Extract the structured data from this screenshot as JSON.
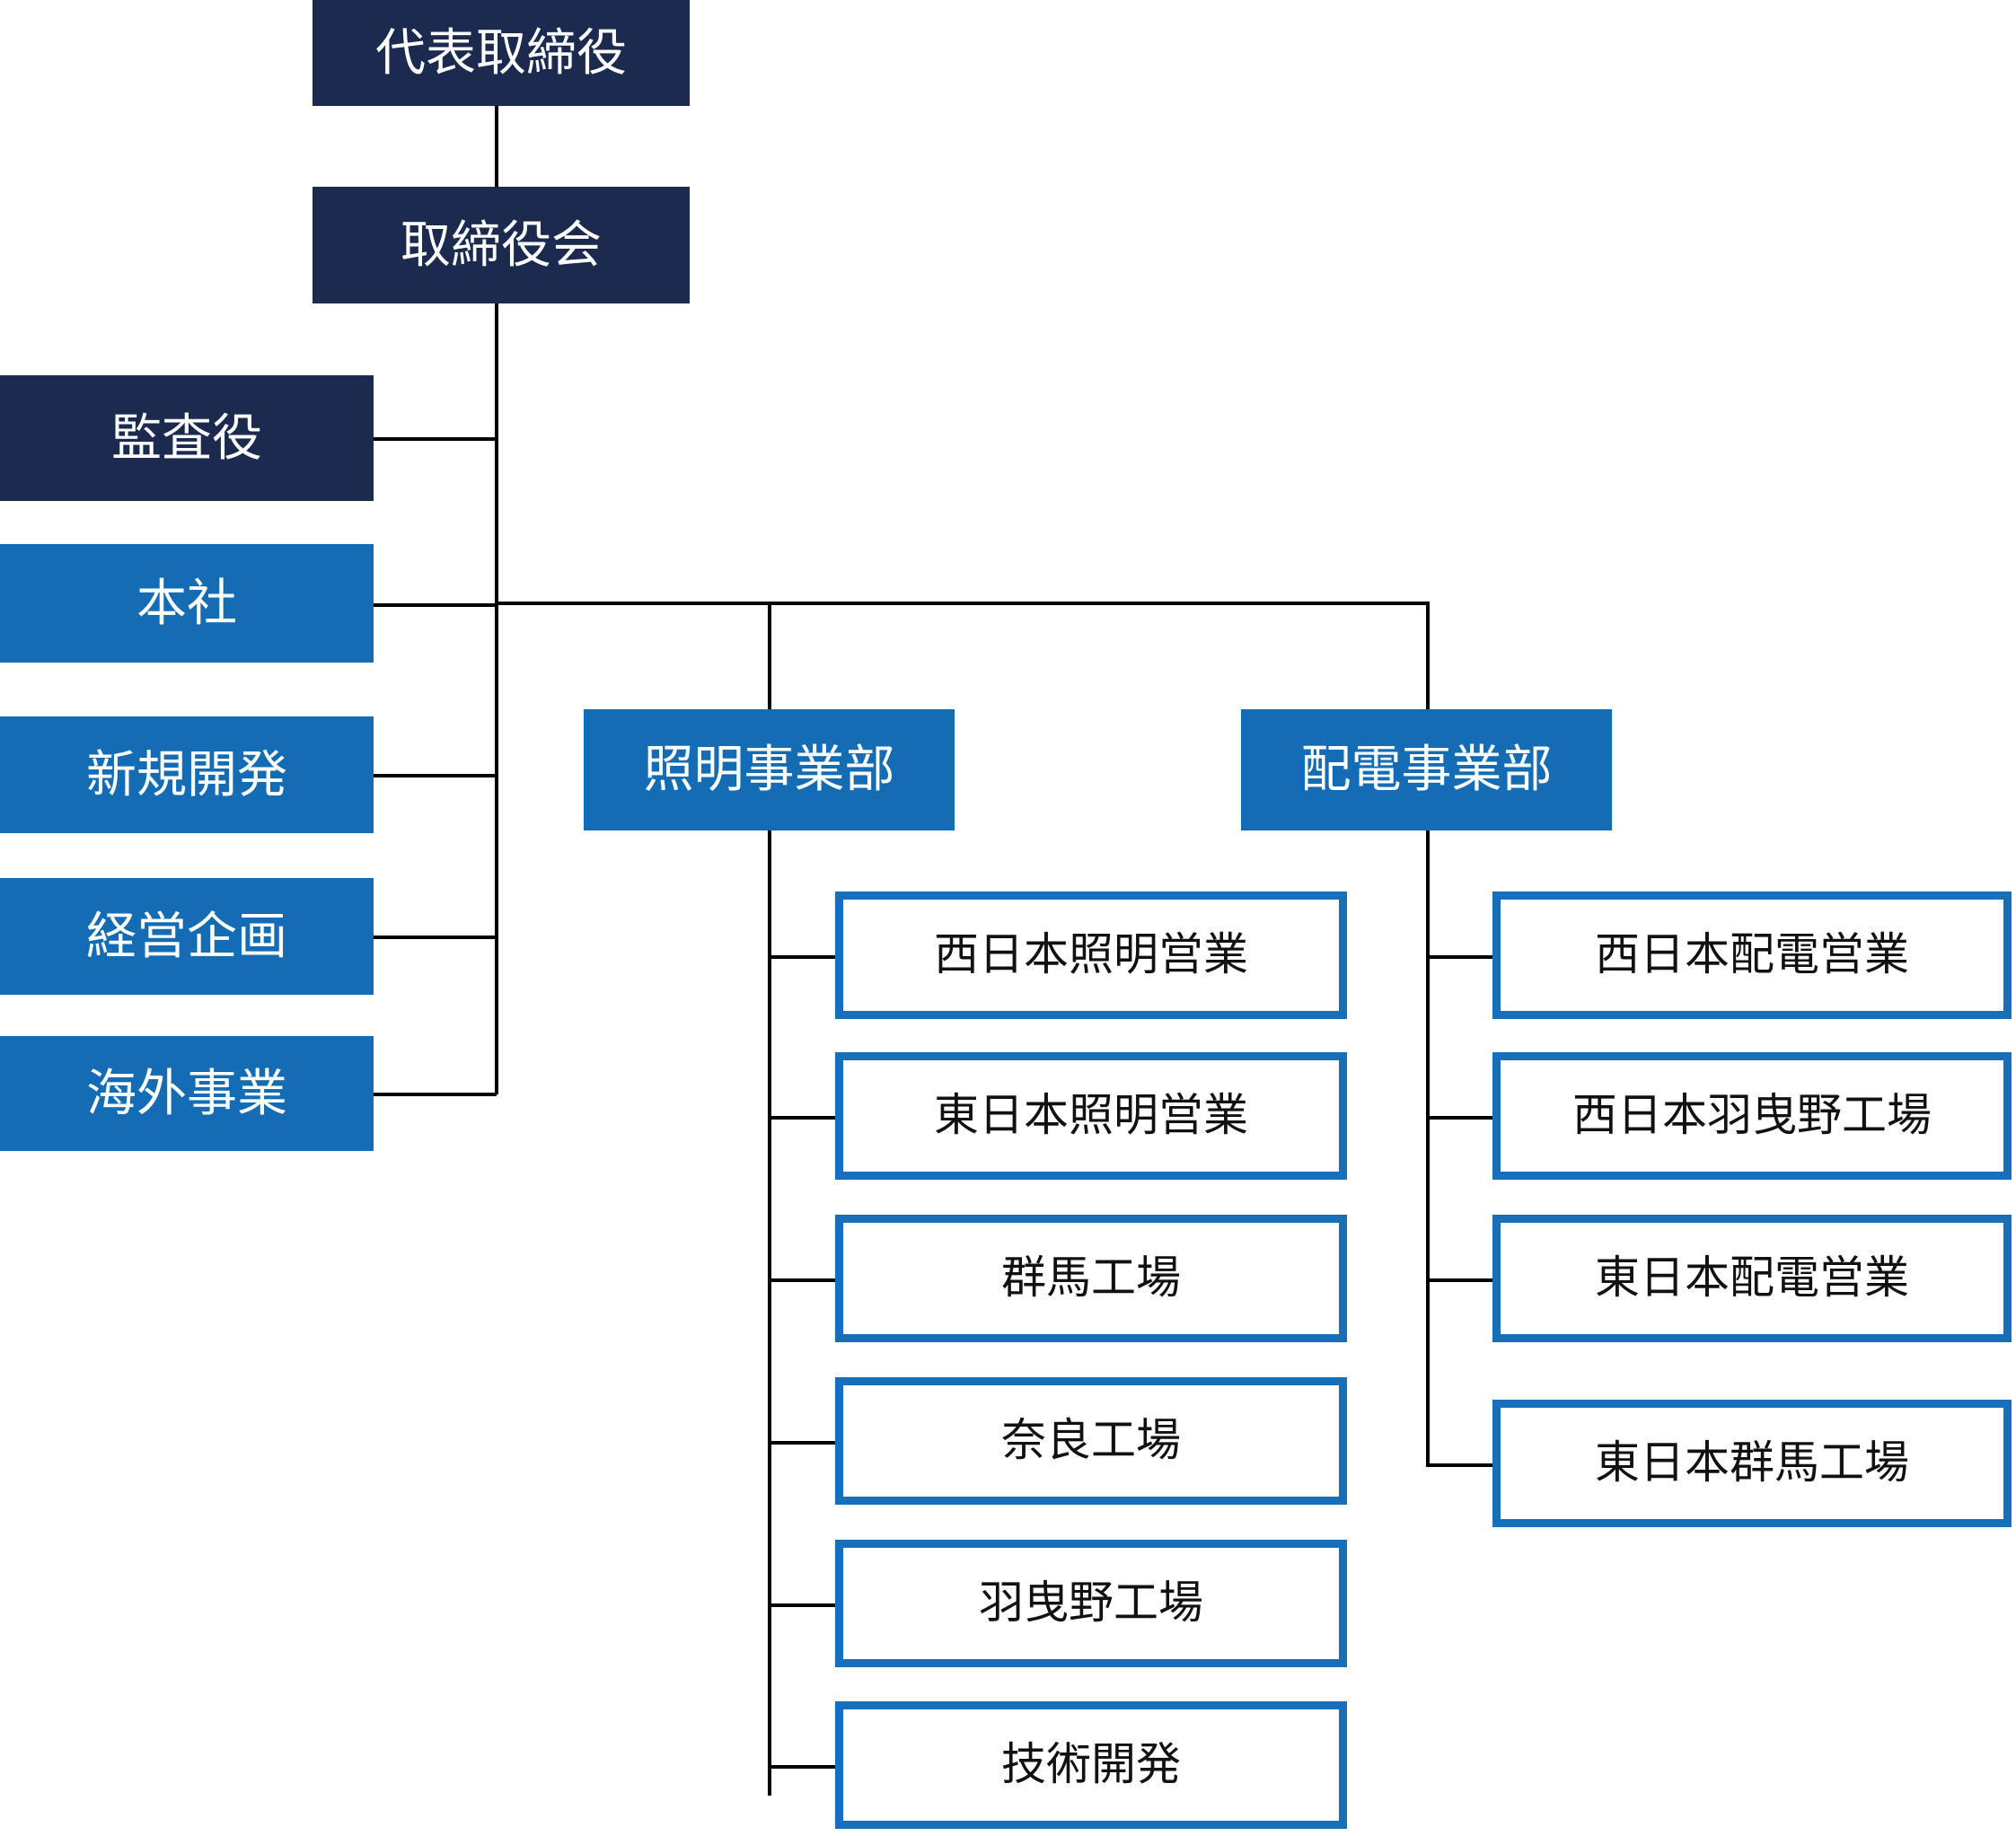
{
  "chart": {
    "type": "org-chart",
    "title": "",
    "colors": {
      "executive_fill": "#1b2a4e",
      "division_fill": "#146cb4",
      "unit_border": "#176fba",
      "unit_fill": "#ffffff",
      "connector": "#000000",
      "text_on_fill": "#ffffff",
      "text_on_white": "#111111",
      "background": "#ffffff"
    }
  },
  "executive": {
    "representative_director": "代表取締役",
    "board_of_directors": "取締役会",
    "auditor": "監査役"
  },
  "corporate": {
    "items": [
      {
        "label": "本社"
      },
      {
        "label": "新規開発"
      },
      {
        "label": "経営企画"
      },
      {
        "label": "海外事業"
      }
    ]
  },
  "divisions": [
    {
      "id": "lighting",
      "label": "照明事業部",
      "units": [
        {
          "label": "西日本照明営業"
        },
        {
          "label": "東日本照明営業"
        },
        {
          "label": "群馬工場"
        },
        {
          "label": "奈良工場"
        },
        {
          "label": "羽曳野工場"
        },
        {
          "label": "技術開発"
        }
      ]
    },
    {
      "id": "power-distribution",
      "label": "配電事業部",
      "units": [
        {
          "label": "西日本配電営業"
        },
        {
          "label": "西日本羽曳野工場"
        },
        {
          "label": "東日本配電営業"
        },
        {
          "label": "東日本群馬工場"
        }
      ]
    }
  ]
}
